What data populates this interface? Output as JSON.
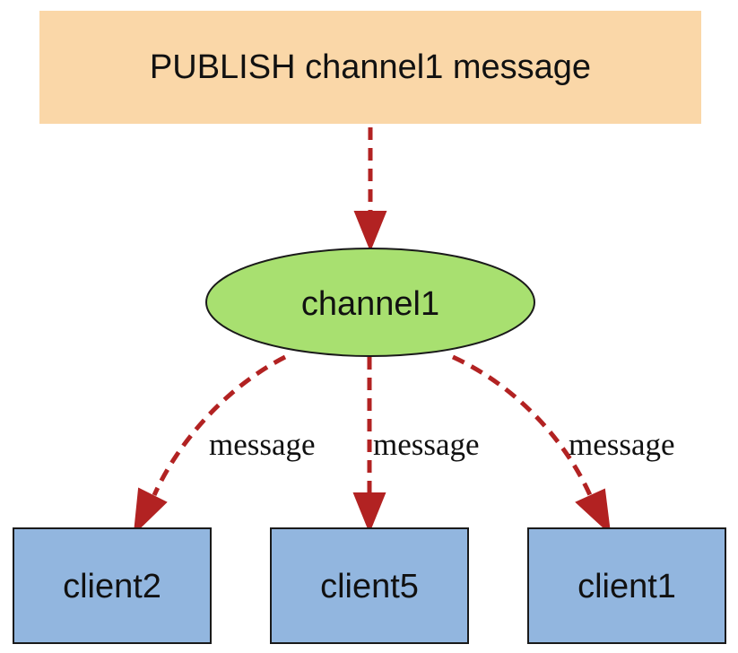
{
  "colors": {
    "publish_box_fill": "#fad7a8",
    "channel_fill": "#a8e070",
    "client_fill": "#92b6df",
    "edge": "#b22222",
    "border": "#1a1a1a"
  },
  "publish": {
    "label": "PUBLISH channel1 message"
  },
  "channel": {
    "label": "channel1"
  },
  "clients": [
    {
      "label": "client2"
    },
    {
      "label": "client5"
    },
    {
      "label": "client1"
    }
  ],
  "edges": [
    {
      "from": "PUBLISH channel1 message",
      "to": "channel1",
      "label": ""
    },
    {
      "from": "channel1",
      "to": "client2",
      "label": "message"
    },
    {
      "from": "channel1",
      "to": "client5",
      "label": "message"
    },
    {
      "from": "channel1",
      "to": "client1",
      "label": "message"
    }
  ]
}
